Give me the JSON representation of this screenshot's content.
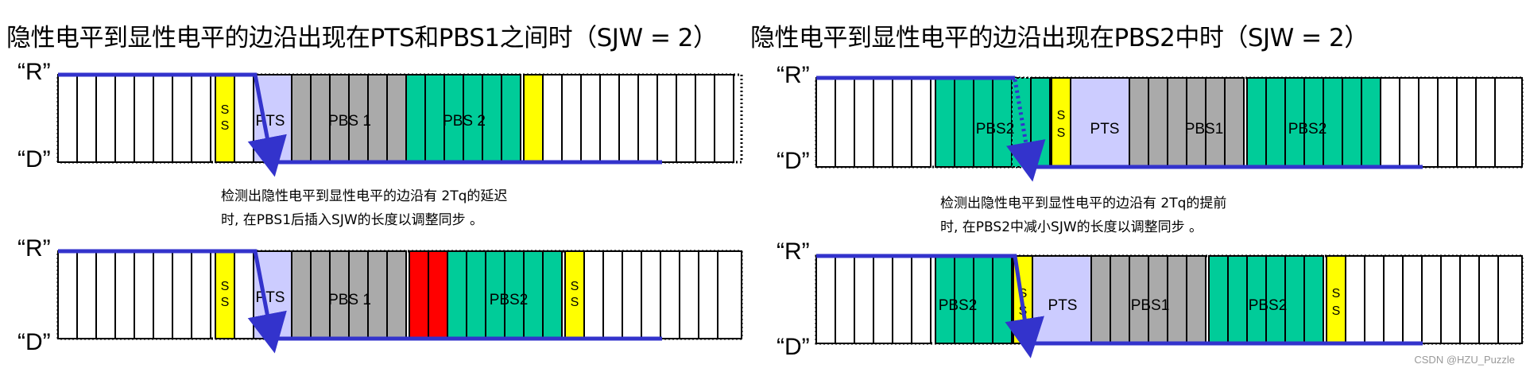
{
  "titles": {
    "left": "隐性电平到显性电平的边沿出现在PTS和PBS1之间时（SJW = 2）",
    "right": "隐性电平到显性电平的边沿出现在PBS2中时（SJW = 2）"
  },
  "notes": {
    "left_line1": "检测出隐性电平到显性电平的边沿有  2Tq的延迟",
    "left_line2": "时, 在PBS1后插入SJW的长度以调整同步 。",
    "right_line1": "检测出隐性电平到显性电平的边沿有  2Tq的提前",
    "right_line2": "时, 在PBS2中减小SJW的长度以调整同步 。"
  },
  "levels": {
    "recessive": "“R”",
    "dominant": "“D”"
  },
  "segments": {
    "ss": "S S",
    "pts": "PTS",
    "pbs1": "PBS 1",
    "pbs2": "PBS 2",
    "pbs2_b": "PBS2",
    "pbs1_b": "PBS1"
  },
  "colors": {
    "ss": "#ffff00",
    "pts": "#ccccff",
    "pbs1": "#aaaaaa",
    "pbs2": "#00cc99",
    "sjw": "#ff0000",
    "signal": "#3333cc"
  },
  "watermark": "CSDN @HZU_Puzzle"
}
